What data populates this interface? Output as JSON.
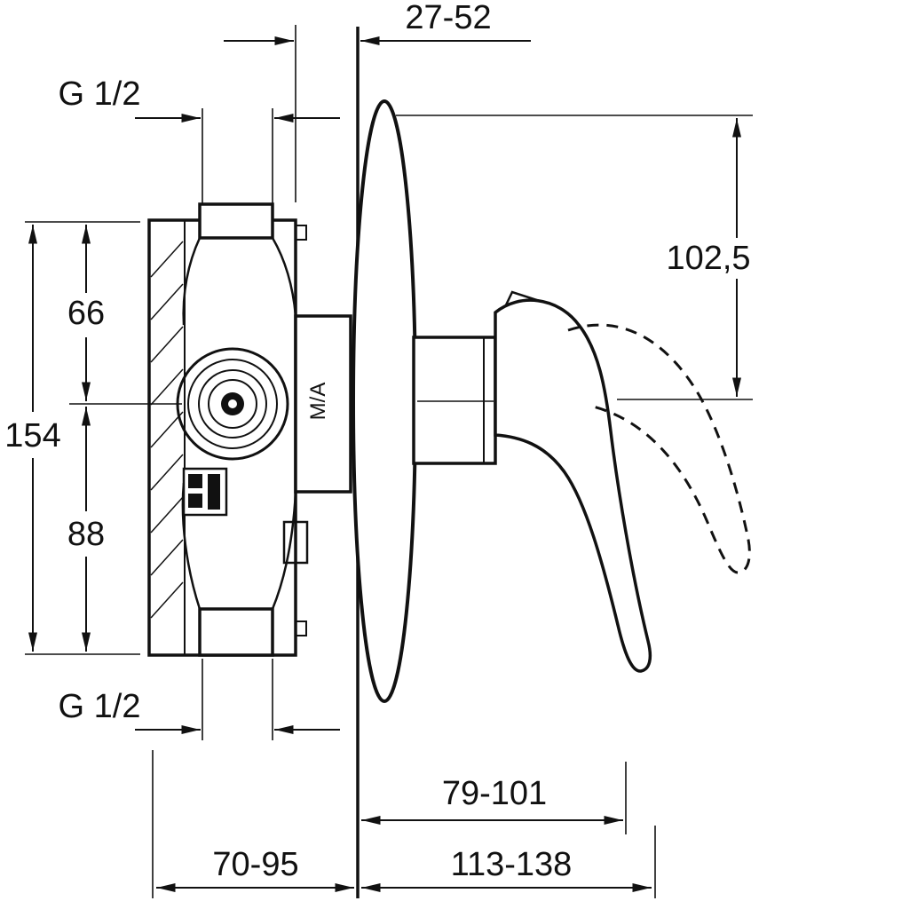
{
  "drawing": {
    "type": "technical-dimension-drawing",
    "subject": "concealed single-lever shower mixer, side section view",
    "colors": {
      "line": "#111111",
      "background": "#ffffff"
    },
    "labels": {
      "dim_depth_range": "27-52",
      "thread_top": "G 1/2",
      "dim_66": "66",
      "dim_154": "154",
      "dim_88": "88",
      "dim_plate_height": "102,5",
      "thread_bottom": "G 1/2",
      "dim_handle_range": "79-101",
      "dim_bottom_left": "70-95",
      "dim_bottom_right": "113-138",
      "valve_marking": "M/A"
    }
  }
}
